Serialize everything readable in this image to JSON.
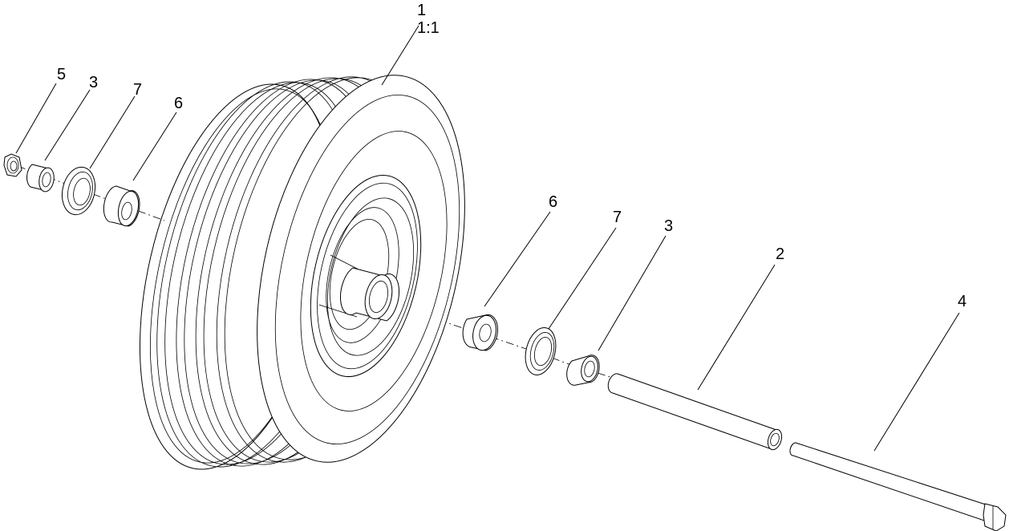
{
  "callouts": {
    "wheel_assembly": "1",
    "scale": "1:1",
    "nut": "5",
    "spacer_left": "3",
    "bearing_left": "7",
    "bushing_left": "6",
    "bushing_right": "6",
    "bearing_right": "7",
    "spacer_right": "3",
    "axle_tube": "2",
    "bolt": "4"
  }
}
